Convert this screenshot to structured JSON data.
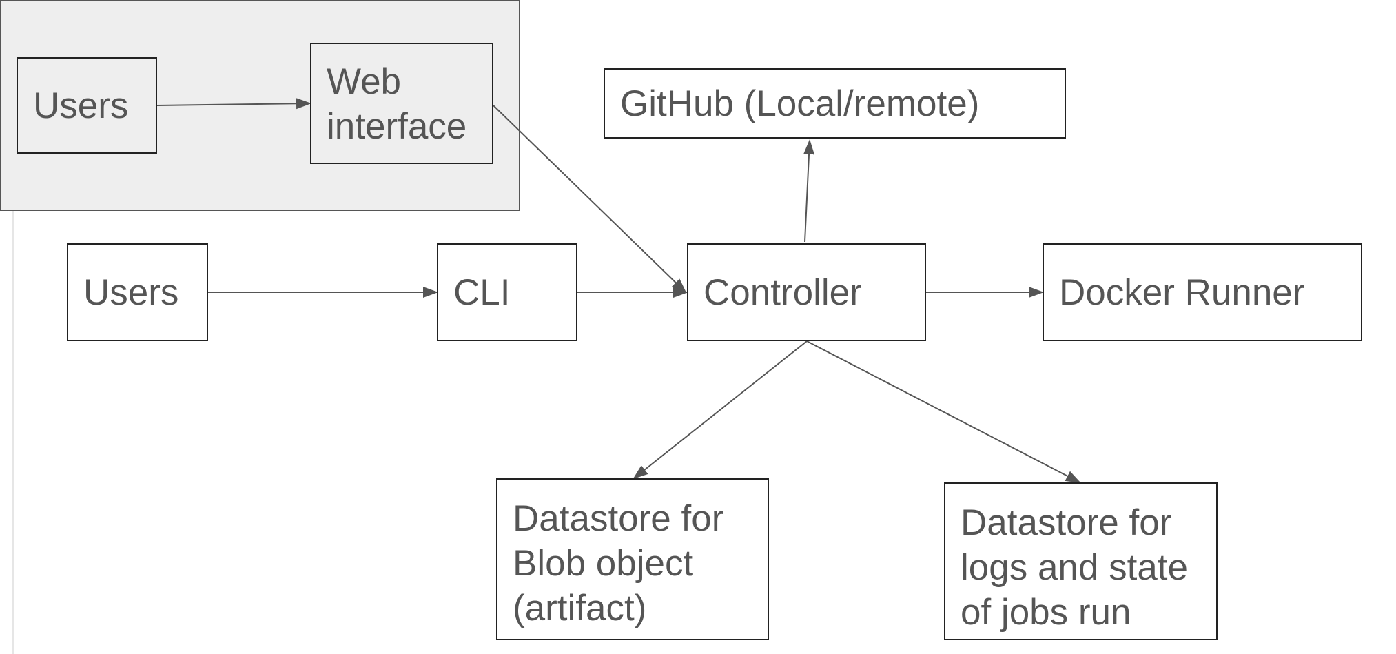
{
  "diagram": {
    "group_label": "",
    "nodes": {
      "users_top": "Users",
      "web_interface": "Web\ninterface",
      "github": "GitHub (Local/remote)",
      "users_main": "Users",
      "cli": "CLI",
      "controller": "Controller",
      "docker_runner": "Docker Runner",
      "datastore_blob": "Datastore for\nBlob object\n(artifact)",
      "datastore_logs": "Datastore for\nlogs and state\nof jobs run"
    },
    "edges": [
      {
        "from": "Users",
        "to": "Web interface"
      },
      {
        "from": "Web interface",
        "to": "Controller"
      },
      {
        "from": "Users",
        "to": "CLI"
      },
      {
        "from": "CLI",
        "to": "Controller"
      },
      {
        "from": "Controller",
        "to": "GitHub (Local/remote)"
      },
      {
        "from": "Controller",
        "to": "Docker Runner"
      },
      {
        "from": "Controller",
        "to": "Datastore for Blob object (artifact)"
      },
      {
        "from": "Controller",
        "to": "Datastore for logs and state of jobs run"
      }
    ],
    "colors": {
      "line": "#555555",
      "box_border": "#222222",
      "text": "#555555",
      "group_fill": "#eeeeee"
    }
  }
}
